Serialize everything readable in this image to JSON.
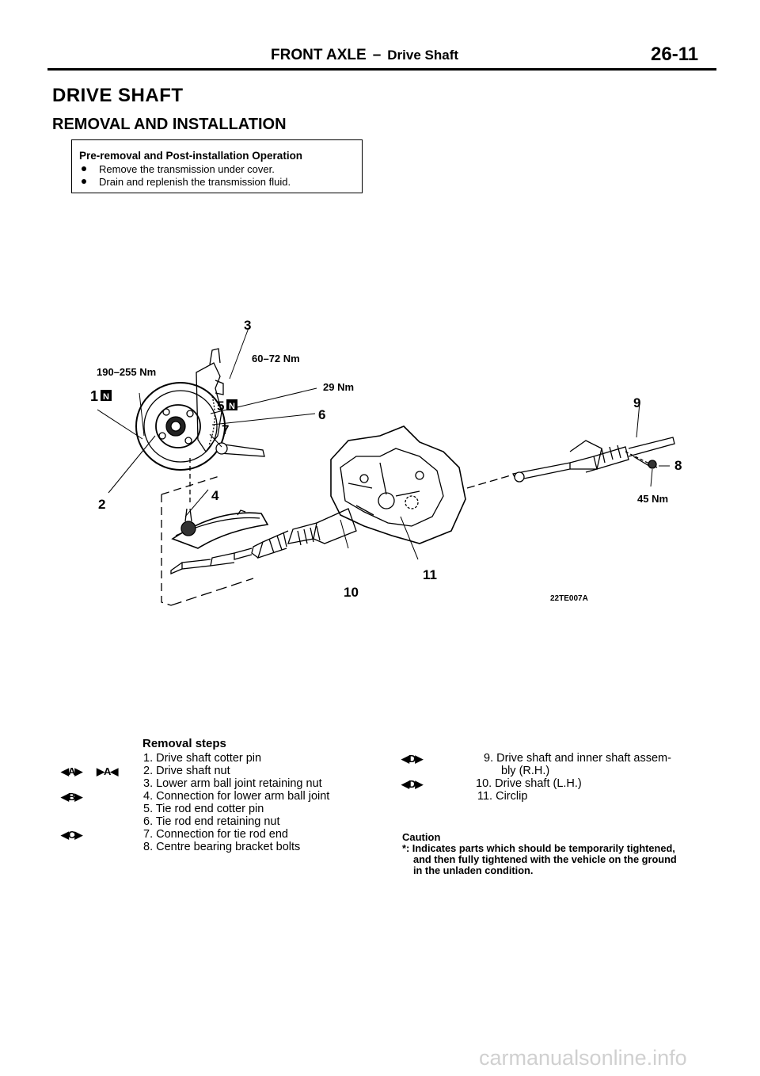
{
  "header": {
    "section": "FRONT AXLE",
    "dash": "–",
    "subsection": "Drive Shaft",
    "page_number": "26-11"
  },
  "page_heading": "DRIVE SHAFT",
  "section_heading": "REMOVAL AND INSTALLATION",
  "note_box": {
    "title": "Pre-removal and Post-installation Operation",
    "items": [
      "Remove the transmission under cover.",
      "Drain and replenish the transmission fluid."
    ]
  },
  "diagram": {
    "callouts": {
      "c1": "1",
      "c2": "2",
      "c3": "3",
      "c4": "4",
      "c5": "5",
      "c6": "6",
      "c7": "7",
      "c8": "8",
      "c9": "9",
      "c10": "10",
      "c11": "11"
    },
    "torques": {
      "t1": "190–255 Nm",
      "t3": "60–72 Nm",
      "t6": "29 Nm",
      "t8": "45 Nm"
    },
    "new_part_mark": "N",
    "figure_code": "22TE007A"
  },
  "removal": {
    "title": "Removal steps",
    "left_steps": [
      "1. Drive shaft cotter pin",
      "2. Drive shaft nut",
      "3. Lower arm ball joint retaining nut",
      "4. Connection for lower arm ball joint",
      "5. Tie rod end cotter pin",
      "6. Tie rod end retaining nut",
      "7. Connection for tie rod end",
      "8. Centre bearing bracket bolts"
    ],
    "left_symbols": {
      "step2_removal": "◀A▶",
      "step2_install": "▶A◀",
      "step4": "◀B▶",
      "step7": "◀C▶"
    },
    "right_steps": [
      "9. Drive shaft and inner shaft assem-",
      "bly (R.H.)",
      "10. Drive shaft (L.H.)",
      "11. Circlip"
    ],
    "right_symbols": {
      "step9": "◀D▶",
      "step10": "◀D▶"
    }
  },
  "caution": {
    "title": "Caution",
    "lines": [
      "*: Indicates parts which should be temporarily tightened,",
      "and then fully tightened with the vehicle on the ground",
      "in the unladen condition."
    ]
  },
  "watermark": "carmanualsonline.info"
}
